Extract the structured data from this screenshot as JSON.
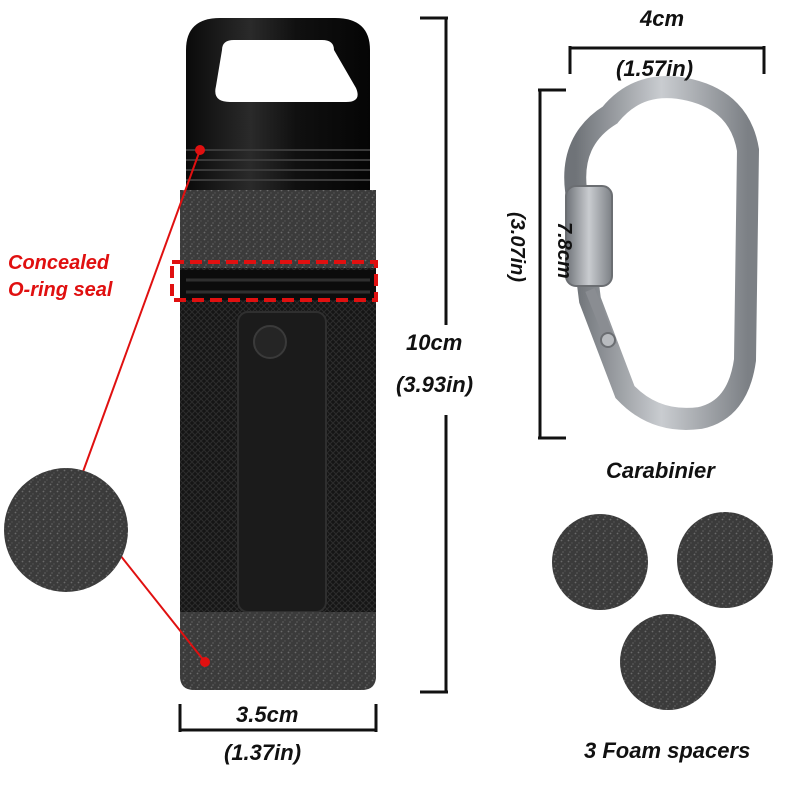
{
  "callout": {
    "seal_line1": "Concealed",
    "seal_line2": "O-ring seal"
  },
  "dimensions": {
    "height_metric": "10cm",
    "height_imperial": "(3.93in)",
    "width_metric": "3.5cm",
    "width_imperial": "(1.37in)",
    "carabiner_width_metric": "4cm",
    "carabiner_width_imperial": "(1.57in)",
    "carabiner_height_metric": "7.8cm",
    "carabiner_height_imperial": "(3.07in)"
  },
  "labels": {
    "carabiner": "Carabinier",
    "foam_spacers": "3 Foam spacers"
  },
  "colors": {
    "accent_red": "#e01010",
    "capsule_black": "#141414",
    "foam_grey": "#3a3a3a",
    "carabiner_grey": "#9da0a5"
  }
}
